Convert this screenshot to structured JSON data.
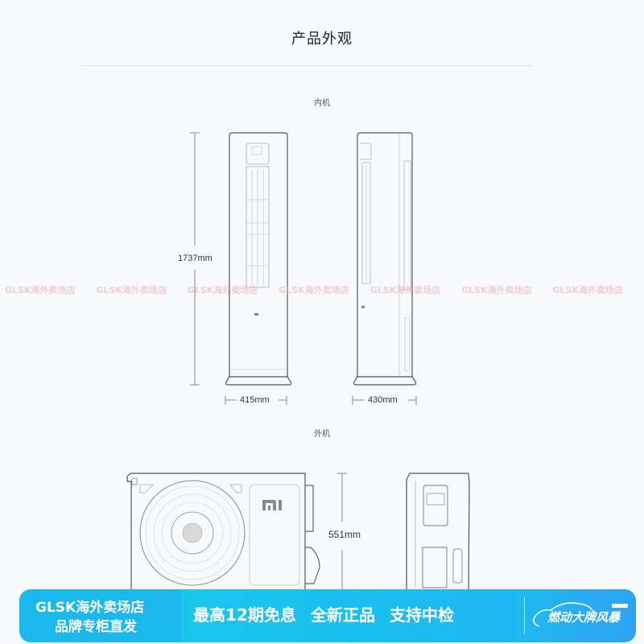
{
  "page": {
    "title": "产品外观",
    "background": "#f8f9fb"
  },
  "indoor_unit": {
    "label": "内机",
    "height": "1737mm",
    "front_width": "415mm",
    "side_depth": "430mm"
  },
  "outdoor_unit": {
    "label": "外机",
    "height": "551mm",
    "brand_logo": "MI"
  },
  "watermark": {
    "text": "GLSK海外卖场店",
    "repeats": [
      "GLSK海外卖场店",
      "GLSK海外卖场店",
      "GLSK海外卖场店",
      "GLSK海外卖场店",
      "GLSK海外卖场店",
      "GLSK海外卖场店",
      "GLSK海外卖场店"
    ],
    "color": "#e8aab2"
  },
  "banner": {
    "store_name": "GLSK海外卖场店",
    "store_tagline": "品牌专柜直发",
    "slogans": [
      "最高12期免息",
      "全新正品",
      "支持中检"
    ],
    "campaign": "燃动大牌风暴",
    "color": "#1ab8ec"
  }
}
